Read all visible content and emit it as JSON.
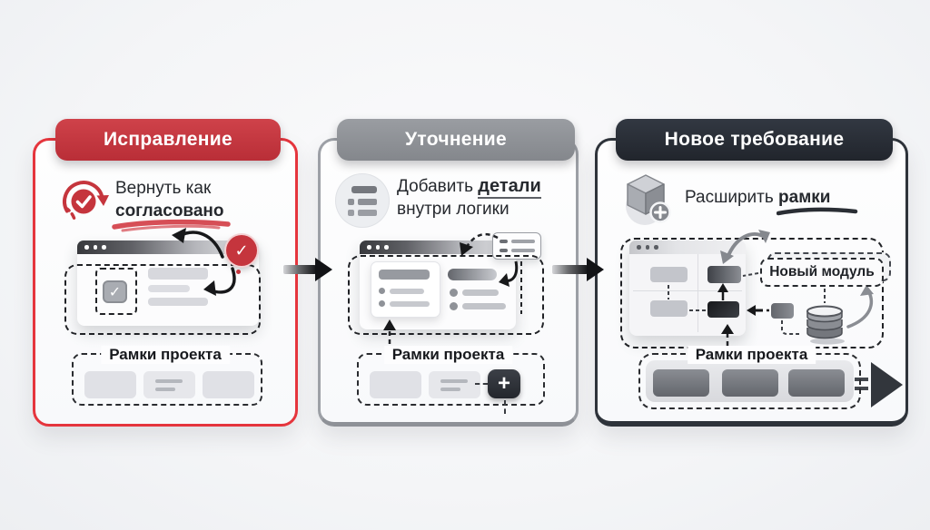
{
  "page": {
    "background_color": "#f4f5f7",
    "language": "ru",
    "kind": "three-step infographic about change requests"
  },
  "flow": {
    "arrow_color": "#141518",
    "arrow_count": 2
  },
  "glyphs": {
    "check": "✓",
    "plus": "+"
  },
  "columns": [
    {
      "badge": {
        "label": "Исправление",
        "color": "#c5343c"
      },
      "border_color": "#e5353d",
      "icon": "revert-check-icon",
      "heading": {
        "line1": "Вернуть как",
        "line2_bold": "согласовано",
        "underline_color": "#d4454d"
      },
      "illustration": {
        "window": "browser-window-mockup",
        "check_badge_color": "#c5353d",
        "checkbox_state": "checked",
        "text_bars": 3
      },
      "scope": {
        "label": "Рамки проекта",
        "blocks": 3
      }
    },
    {
      "badge": {
        "label": "Уточнение",
        "color": "#8f9297"
      },
      "border_color": "#9da0a6",
      "icon": "list-icon",
      "heading": {
        "line1_normal": "Добавить",
        "line1_bold": "детали",
        "line2": "внутри логики"
      },
      "illustration": {
        "window": "browser-window-mockup",
        "note_card_rows": 2
      },
      "scope": {
        "label": "Рамки проекта",
        "blocks": 2,
        "add_button_label": "+"
      }
    },
    {
      "badge": {
        "label": "Новое требование",
        "color": "#272c33"
      },
      "border_color": "#2e333a",
      "icon": "cube-plus-icon",
      "heading": {
        "line1_normal": "Расширить",
        "line1_bold": "рамки",
        "underline_color": "#2a2e34"
      },
      "illustration": {
        "window": "browser-window-mockup",
        "callout_label": "Новый модуль",
        "database": "database-cylinder-icon"
      },
      "scope": {
        "label": "Рамки проекта",
        "blocks": 3,
        "expansion_arrow": true
      }
    }
  ]
}
